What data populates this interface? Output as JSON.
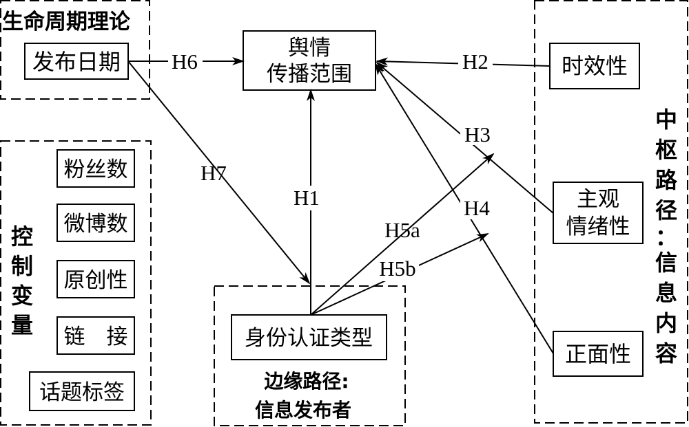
{
  "groups": {
    "life_cycle": {
      "title": "生命周期理论"
    },
    "controls": {
      "title": [
        "控",
        "制",
        "变",
        "量"
      ]
    },
    "peripheral": {
      "title_line1": "边缘路径:",
      "title_line2": "信息发布者"
    },
    "central": {
      "title": [
        "中",
        "枢",
        "路",
        "径",
        "：",
        "信",
        "息",
        "内",
        "容"
      ]
    }
  },
  "nodes": {
    "release_date": "发布日期",
    "spread_line1": "舆情",
    "spread_line2": "传播范围",
    "timeliness": "时效性",
    "subjective_line1": "主观",
    "subjective_line2": "情绪性",
    "positivity": "正面性",
    "identity_type": "身份认证类型"
  },
  "controls": [
    "粉丝数",
    "微博数",
    "原创性",
    "链　接",
    "话题标签"
  ],
  "hypotheses": {
    "h1": "H1",
    "h2": "H2",
    "h3": "H3",
    "h4": "H4",
    "h5a": "H5a",
    "h5b": "H5b",
    "h6": "H6",
    "h7": "H7"
  }
}
